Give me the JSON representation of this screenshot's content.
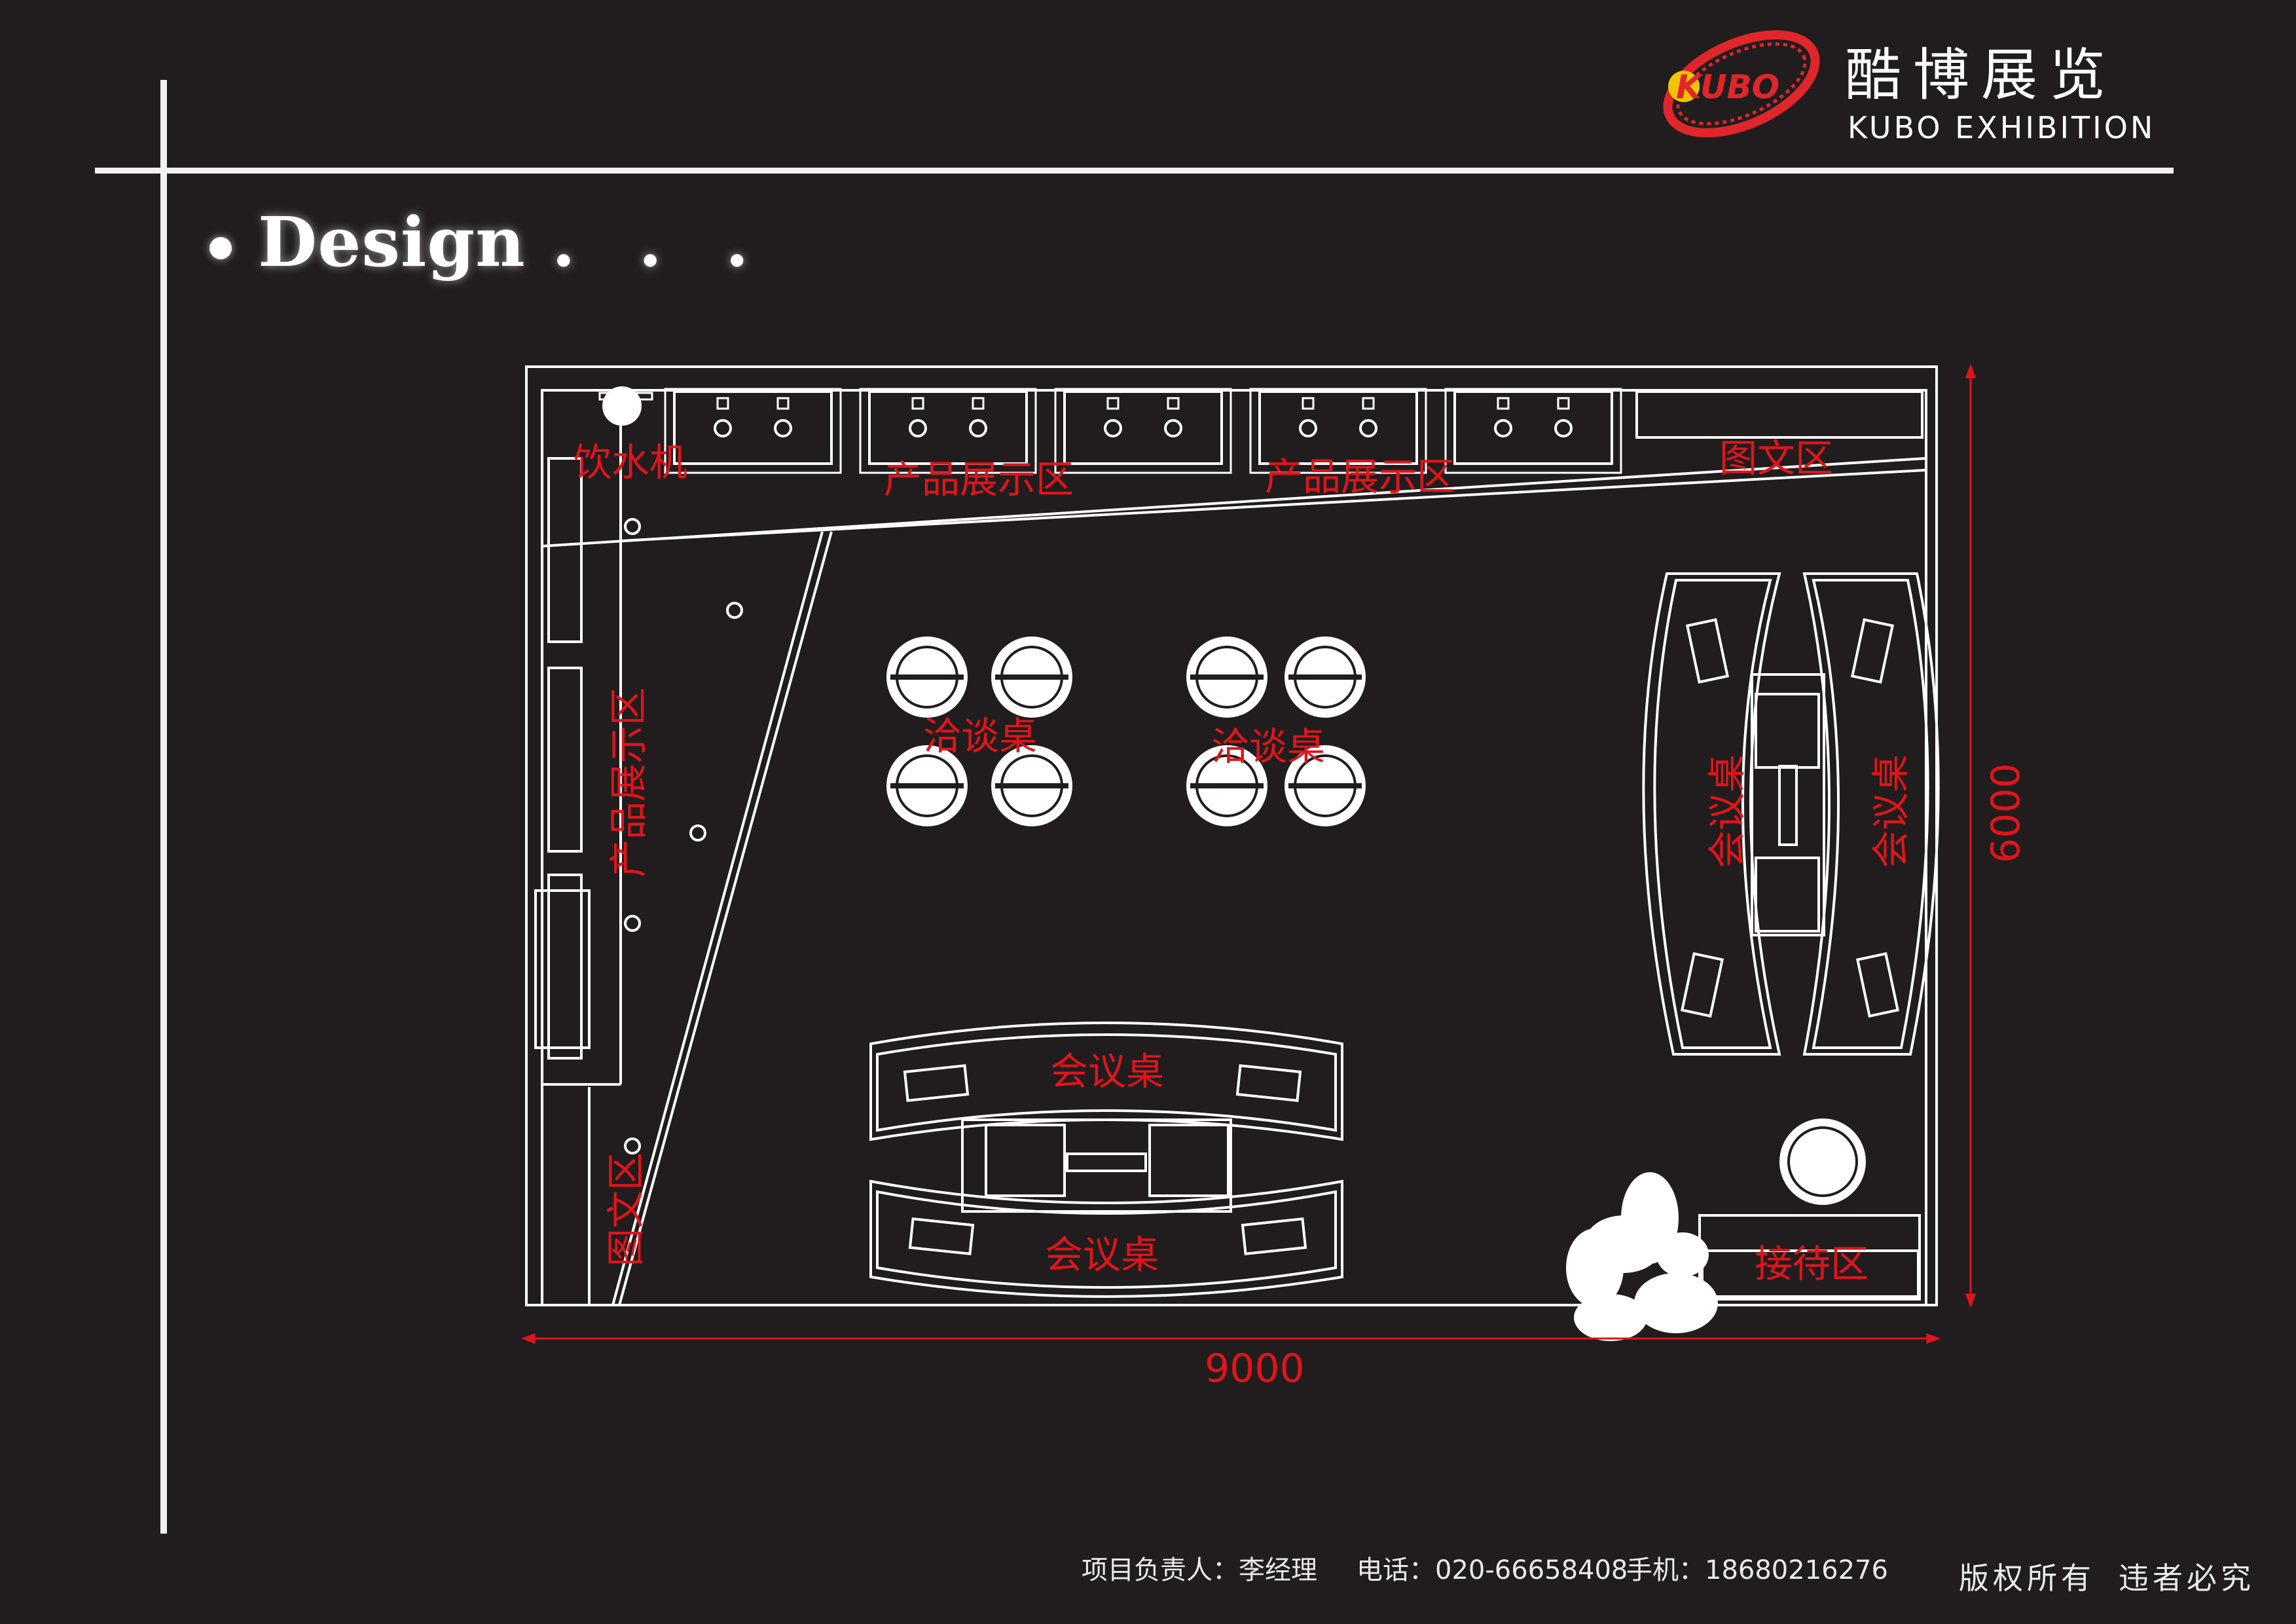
{
  "brand": {
    "logo_text": "KUBO",
    "name_cn": "酷博展览",
    "name_en": "KUBO EXHIBITION",
    "accent_color": "#e0262a"
  },
  "heading": "Design",
  "heading_suffix": ". . .",
  "plan": {
    "labels": {
      "water_dispenser": "饮水机",
      "product_display_1": "产品展示区",
      "product_display_2": "产品展示区",
      "graphic_top": "图文区",
      "product_display_left": "产品展示区",
      "graphic_left": "图文区",
      "negotiation_1": "洽谈桌",
      "negotiation_2": "洽谈桌",
      "meeting_right_1": "会议桌",
      "meeting_right_2": "会议桌",
      "meeting_bottom_1": "会议桌",
      "meeting_bottom_2": "会议桌",
      "reception": "接待区"
    },
    "dimensions": {
      "width": "9000",
      "depth": "6000"
    },
    "line_color": "#ffffff",
    "label_color": "#e0151b"
  },
  "footer": {
    "manager": "项目负责人：李经理",
    "phone": "电话：020-66658408",
    "mobile": "手机：18680216276",
    "copyright": "版权所有",
    "warning": "违者必究"
  }
}
